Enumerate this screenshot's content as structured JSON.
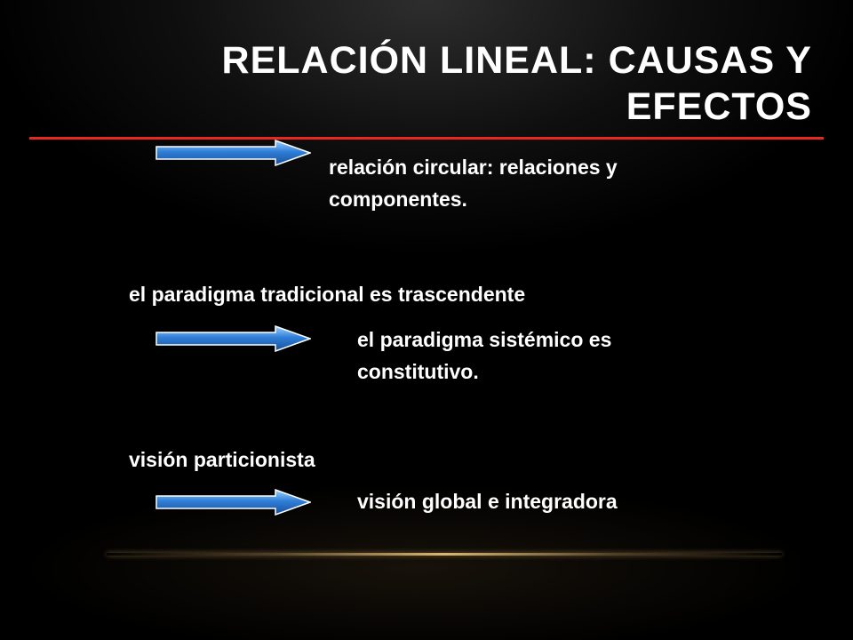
{
  "slide": {
    "title": "RELACIÓN LINEAL: CAUSAS Y EFECTOS",
    "accent_color": "#e6291e",
    "arrow_icon": "right-arrow-icon",
    "arrow_color": "#2f7fd8",
    "items": [
      {
        "text": "relación circular: relaciones y componentes."
      },
      {
        "text": "el paradigma tradicional es trascendente"
      },
      {
        "text": "el paradigma sistémico es constitutivo."
      },
      {
        "text": "visión particionista"
      },
      {
        "text": "visión global e integradora"
      }
    ]
  }
}
